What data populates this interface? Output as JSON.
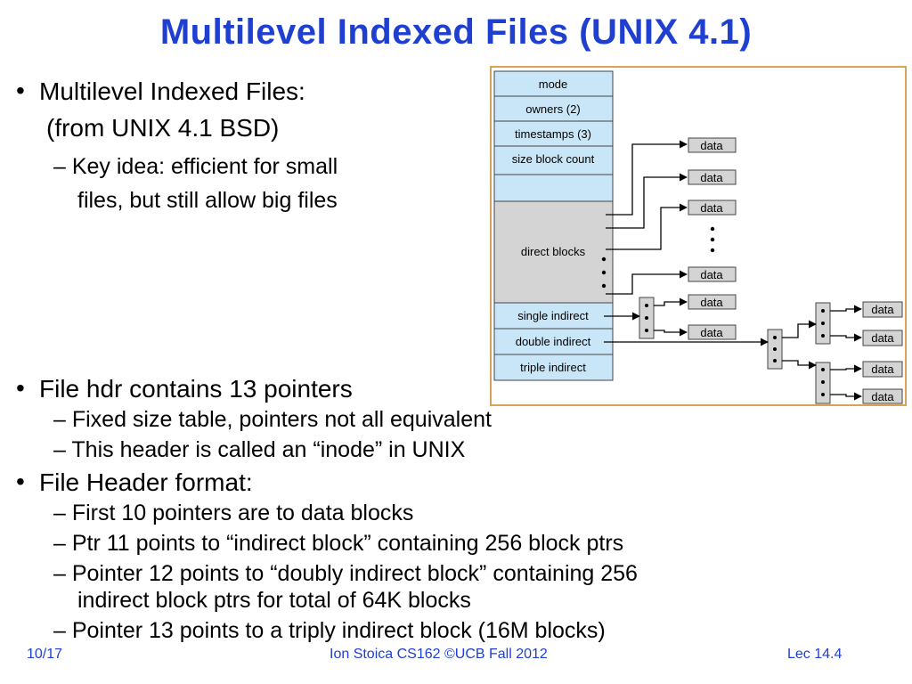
{
  "slide": {
    "title": "Multilevel Indexed Files (UNIX 4.1)",
    "bullets": [
      {
        "text": "Multilevel Indexed Files:",
        "cont": "(from UNIX 4.1 BSD)",
        "subs": [
          {
            "text": "– Key idea: efficient for small",
            "cont": "files, but still allow big files"
          }
        ]
      },
      {
        "text": "File hdr contains 13 pointers",
        "subs": [
          {
            "text": "– Fixed size table, pointers not all equivalent"
          },
          {
            "text": "– This header is called an “inode” in UNIX"
          }
        ]
      },
      {
        "text": "File Header format:",
        "subs": [
          {
            "text": "– First 10 pointers are to data blocks"
          },
          {
            "text": "– Ptr 11 points to “indirect block” containing 256 block ptrs"
          },
          {
            "text": "– Pointer 12 points to “doubly indirect block” containing 256",
            "cont": "indirect block ptrs for total of 64K blocks"
          },
          {
            "text": "– Pointer 13 points to a triply indirect block (16M blocks)"
          }
        ]
      }
    ]
  },
  "diagram": {
    "inode_fields": [
      "mode",
      "owners (2)",
      "timestamps (3)",
      "size block count",
      "",
      "direct blocks",
      "single indirect",
      "double indirect",
      "triple indirect"
    ],
    "data_label": "data"
  },
  "footer": {
    "page": "10/17",
    "credit": "Ion Stoica CS162 ©UCB Fall 2012",
    "lecture": "Lec 14.4"
  },
  "colors": {
    "title": "#1f3fd0",
    "inode_fill": "#c8e6f8",
    "direct_fill": "#d4d4d4",
    "frame": "#d8a45a"
  }
}
